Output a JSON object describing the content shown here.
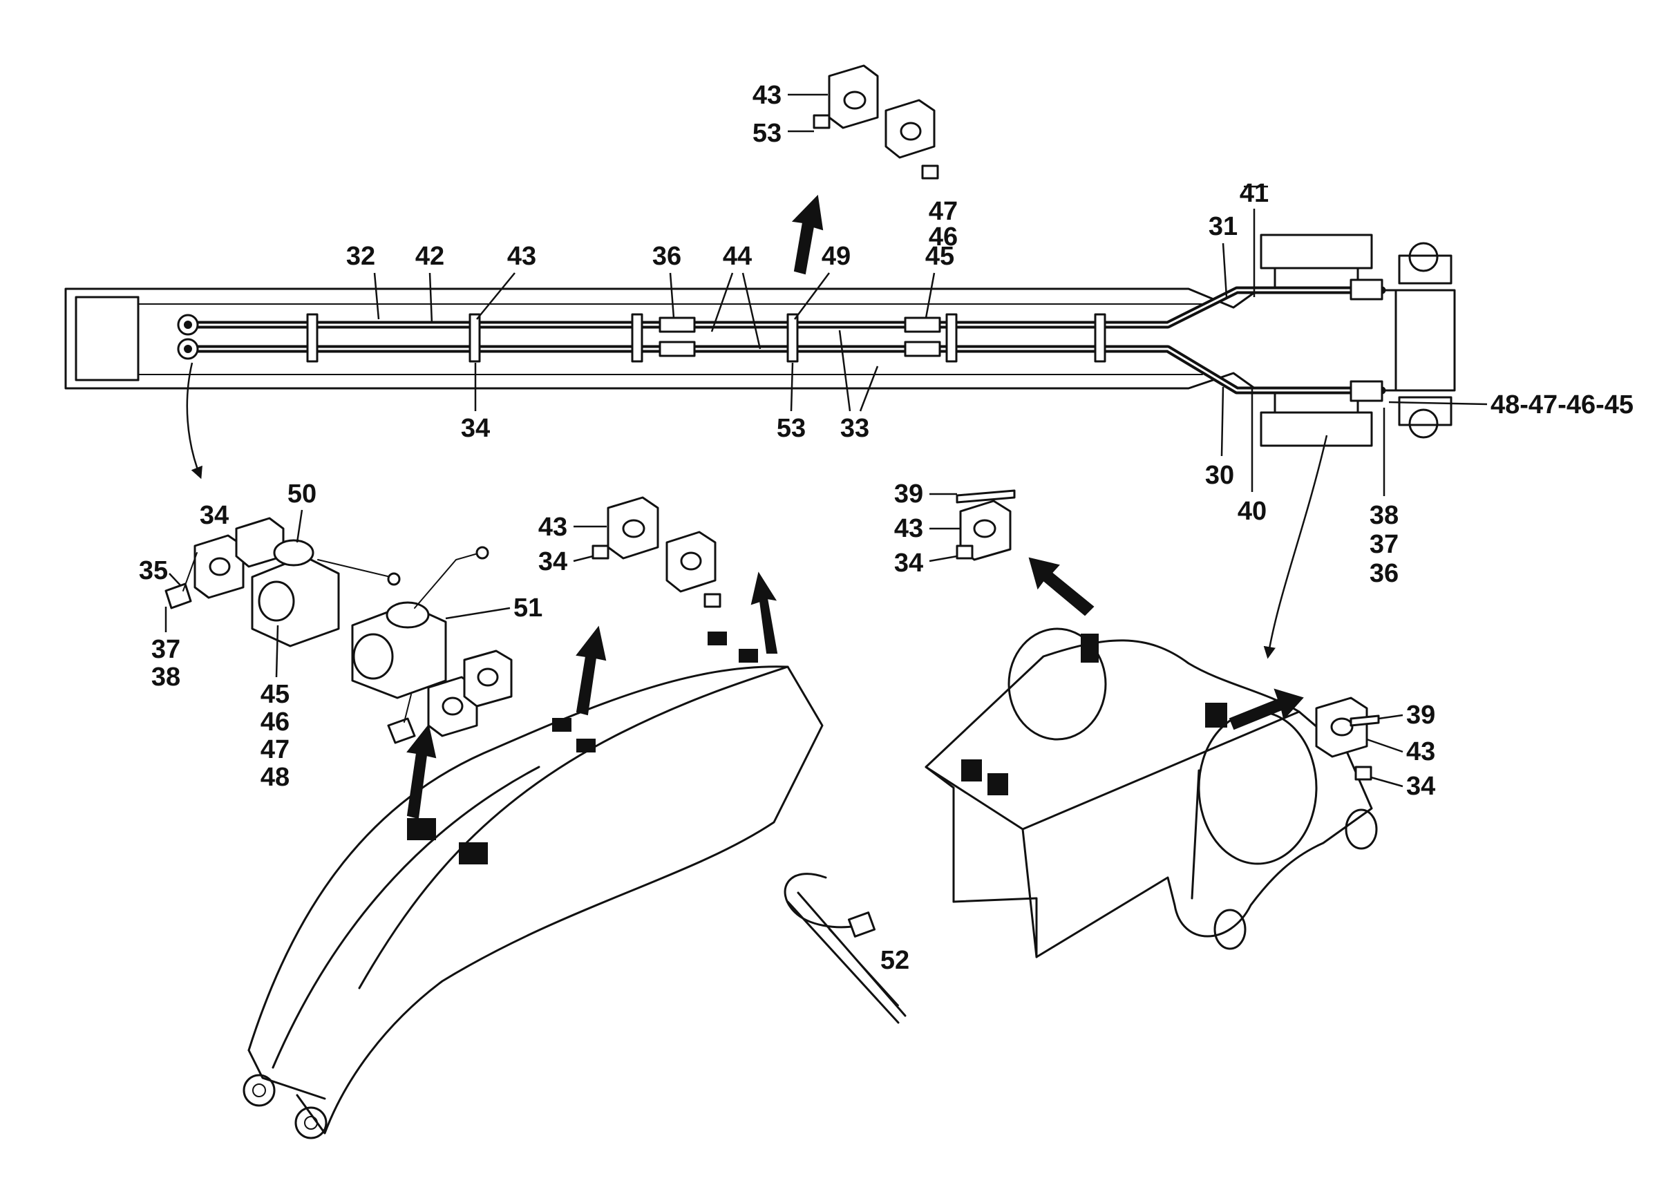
{
  "diagram": {
    "labels": {
      "top_clamp": {
        "l43": "43",
        "l53": "53",
        "l47": "47",
        "l46": "46",
        "l45": "45"
      },
      "boom_top": {
        "l32": "32",
        "l42": "42",
        "l43": "43",
        "l36": "36",
        "l44": "44",
        "l49": "49",
        "l31": "31",
        "l41": "41",
        "l34": "34",
        "l53": "53",
        "l33": "33",
        "l30": "30",
        "l40": "40",
        "l38": "38",
        "l37": "37",
        "l36b": "36",
        "l_chain": "48-47-46-45"
      },
      "valve_group": {
        "l34": "34",
        "l50": "50",
        "l35": "35",
        "l37": "37",
        "l38": "38",
        "l51": "51",
        "l45": "45",
        "l46": "46",
        "l47": "47",
        "l48": "48"
      },
      "mid_clamp": {
        "l43": "43",
        "l34": "34"
      },
      "right_clamp_top": {
        "l39": "39",
        "l43": "43",
        "l34": "34"
      },
      "right_clamp_side": {
        "l39": "39",
        "l43": "43",
        "l34": "34"
      },
      "cable_tie": {
        "l52": "52"
      }
    }
  }
}
